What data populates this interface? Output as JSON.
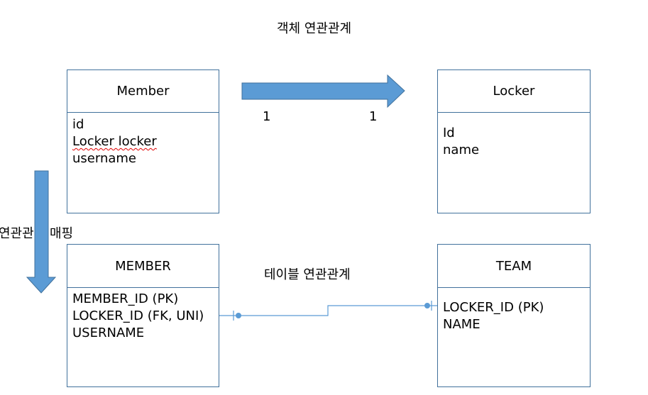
{
  "titles": {
    "object_relation": "객체 연관관계",
    "table_relation": "테이블 연관관계",
    "mapping": "연관관계 매핑"
  },
  "member_class": {
    "name": "Member",
    "fields": [
      "id",
      "Locker locker",
      "username"
    ]
  },
  "locker_class": {
    "name": "Locker",
    "fields": [
      "Id",
      "name"
    ]
  },
  "member_table": {
    "name": "MEMBER",
    "columns": [
      "MEMBER_ID (PK)",
      "LOCKER_ID (FK, UNI)",
      "USERNAME"
    ]
  },
  "team_table": {
    "name": "TEAM",
    "columns": [
      "LOCKER_ID (PK)",
      "NAME"
    ]
  },
  "multiplicity": {
    "source": "1",
    "target": "1"
  },
  "colors": {
    "arrow_fill": "#5b9bd5",
    "box_border": "#41719c",
    "connector": "#5b9bd5"
  }
}
